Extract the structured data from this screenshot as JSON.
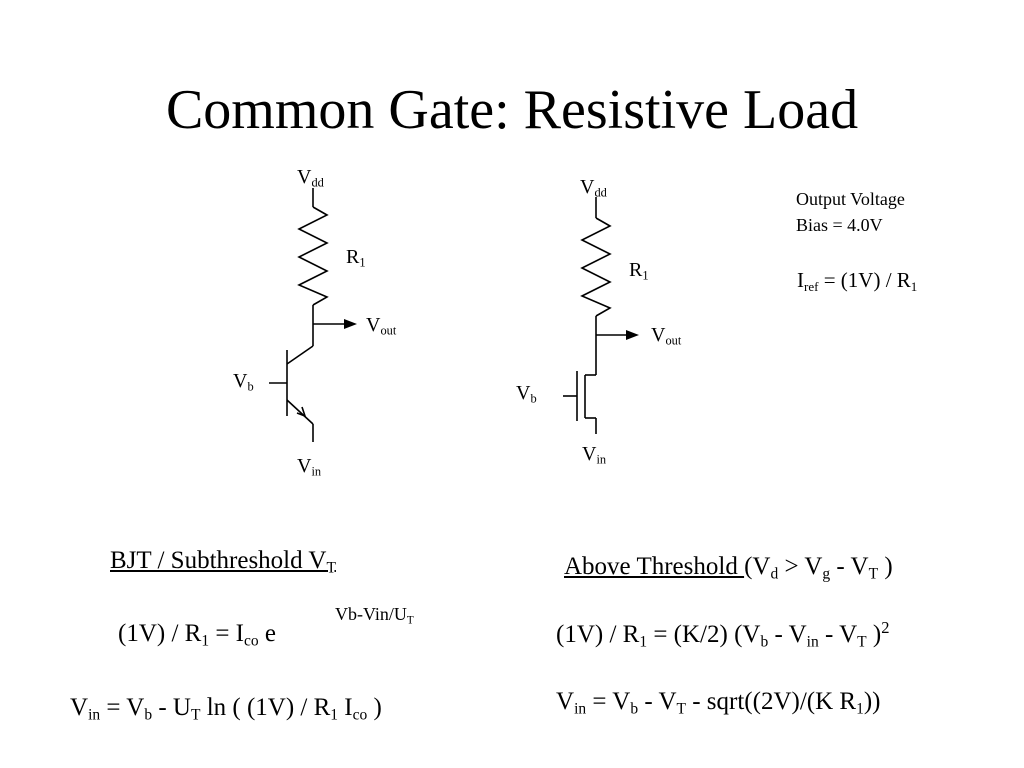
{
  "title": "Common Gate: Resistive Load",
  "bjt_circuit": {
    "vdd": {
      "base": "V",
      "sub": "dd"
    },
    "r1": {
      "base": "R",
      "sub": "1"
    },
    "vout": {
      "base": "V",
      "sub": "out"
    },
    "vb": {
      "base": "V",
      "sub": "b"
    },
    "vin": {
      "base": "V",
      "sub": "in"
    }
  },
  "mos_circuit": {
    "vdd": {
      "base": "V",
      "sub": "dd"
    },
    "r1": {
      "base": "R",
      "sub": "1"
    },
    "vout": {
      "base": "V",
      "sub": "out"
    },
    "vb": {
      "base": "V",
      "sub": "b"
    },
    "vin": {
      "base": "V",
      "sub": "in"
    }
  },
  "notes": {
    "output_bias_line1": "Output Voltage",
    "output_bias_line2": "Bias = 4.0V",
    "iref": {
      "i": "I",
      "i_sub": "ref",
      "eq": " = (1V) / R",
      "r_sub": "1"
    }
  },
  "left": {
    "heading": {
      "text": "BJT / Subthreshold V",
      "sub": "T"
    },
    "eq1": {
      "a": "(1V) / R",
      "a_sub": "1",
      "b": " = I",
      "b_sub": "co",
      "c": " e",
      "exp": "Vb-Vin/U",
      "exp_sub": "T"
    },
    "eq2": {
      "a": "V",
      "a_sub": "in",
      "b": " = V",
      "b_sub": "b",
      "c": " - U",
      "c_sub": "T",
      "d": " ln ( (1V) / R",
      "d_sub": "1",
      "e": " I",
      "e_sub": "co",
      "f": " )"
    }
  },
  "right": {
    "heading": {
      "underlined": "Above Threshold ",
      "a": "(V",
      "a_sub": "d",
      "b": " > V",
      "b_sub": "g",
      "c": " - V",
      "c_sub": "T",
      "d": " )"
    },
    "eq1": {
      "a": "(1V) / R",
      "a_sub": "1",
      "b": " = (K/2) (V",
      "b_sub": "b",
      "c": " - V",
      "c_sub": "in",
      "d": " - V",
      "d_sub": "T",
      "e": " )",
      "sup": "2"
    },
    "eq2": {
      "a": "V",
      "a_sub": "in",
      "b": " = V",
      "b_sub": "b",
      "c": " - V",
      "c_sub": "T",
      "d": " - sqrt((2V)/(K R",
      "d_sub": "1",
      "e": "))"
    }
  }
}
